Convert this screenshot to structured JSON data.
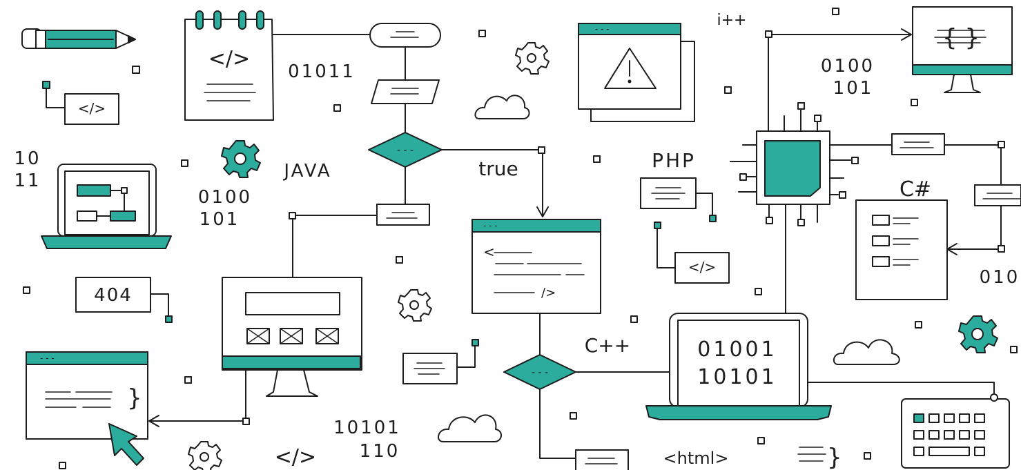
{
  "colors": {
    "accent": "#2bac9c",
    "ink": "#1d1d1d",
    "paper": "#ffffff"
  },
  "labels": {
    "binary_01011": "01011",
    "java": "JAVA",
    "true": "true",
    "php": "PHP",
    "iplusplus": "i++",
    "binary_0100_top": "0100",
    "binary_101_top": "101",
    "c_sharp": "C#",
    "binary_10": "10",
    "binary_11": "11",
    "binary_0100_left": "0100",
    "binary_101_left": "101",
    "code_404": "404",
    "c_plus_plus": "C++",
    "laptop_line1": "01001",
    "laptop_line2": "10101",
    "binary_10101": "10101",
    "binary_110": "110",
    "html_tag": "<html>",
    "binary_010": "010",
    "tag_symbol": "</>",
    "notebook_tag": "</>",
    "code_left_bracket": "<",
    "code_close": "/>",
    "curly": "}",
    "monitor_braces": "{     }",
    "dashes": "- - -"
  },
  "icons": [
    "pencil-icon",
    "code-tag-icon",
    "gear-icon",
    "cloud-icon",
    "warning-icon",
    "cpu-chip-icon",
    "monitor-icon",
    "laptop-icon",
    "keyboard-icon",
    "cursor-arrow-icon"
  ]
}
